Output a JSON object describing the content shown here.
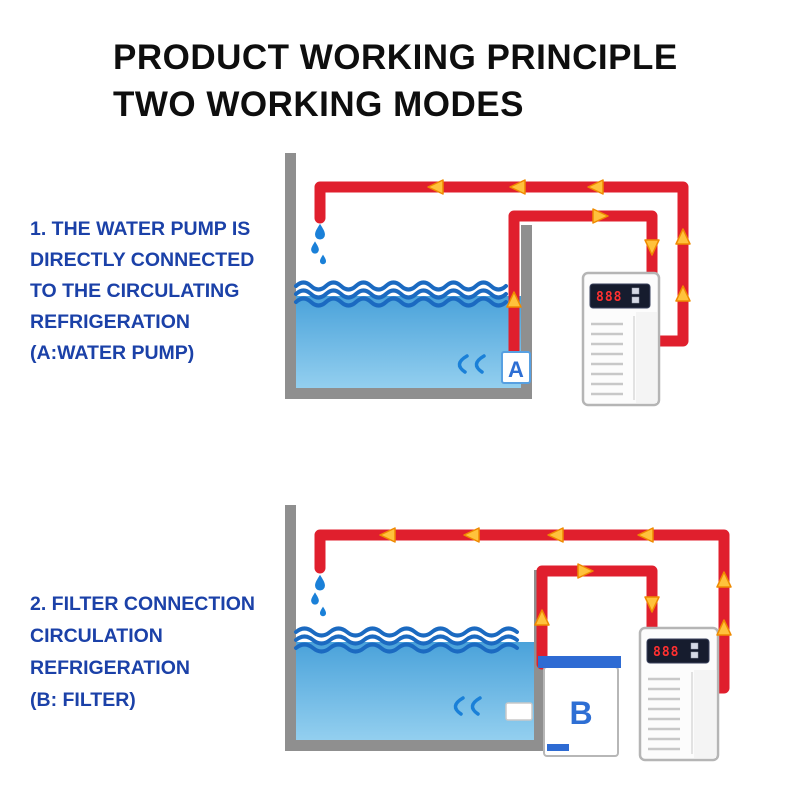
{
  "title": {
    "line1": "PRODUCT WORKING PRINCIPLE",
    "line2": "TWO WORKING MODES"
  },
  "sections": [
    {
      "heading_lines": [
        "1. THE WATER PUMP IS",
        "DIRECTLY CONNECTED",
        "TO THE CIRCULATING",
        "REFRIGERATION",
        "(A:WATER PUMP)"
      ],
      "component_label": "A"
    },
    {
      "heading_lines": [
        "2. FILTER CONNECTION",
        "CIRCULATION",
        "REFRIGERATION",
        "(B: FILTER)"
      ],
      "component_label": "B"
    }
  ],
  "chiller": {
    "display_value": "888"
  },
  "colors": {
    "pipe_red": "#e01f2d",
    "arrow_yellow": "#ffc23c",
    "arrow_outline": "#ef8a00",
    "water_blue": "#57abdf",
    "wave_blue": "#1b6ac1",
    "wall_gray": "#8f8f8f",
    "text_blue": "#1b41a8",
    "label_blue": "#2e6fd4",
    "display_digit_red": "#ff3030"
  },
  "icons": {
    "water_drop": "teardrop shape",
    "flow_arrow": "triangle arrowhead",
    "water_flow": "double curved swoosh"
  }
}
